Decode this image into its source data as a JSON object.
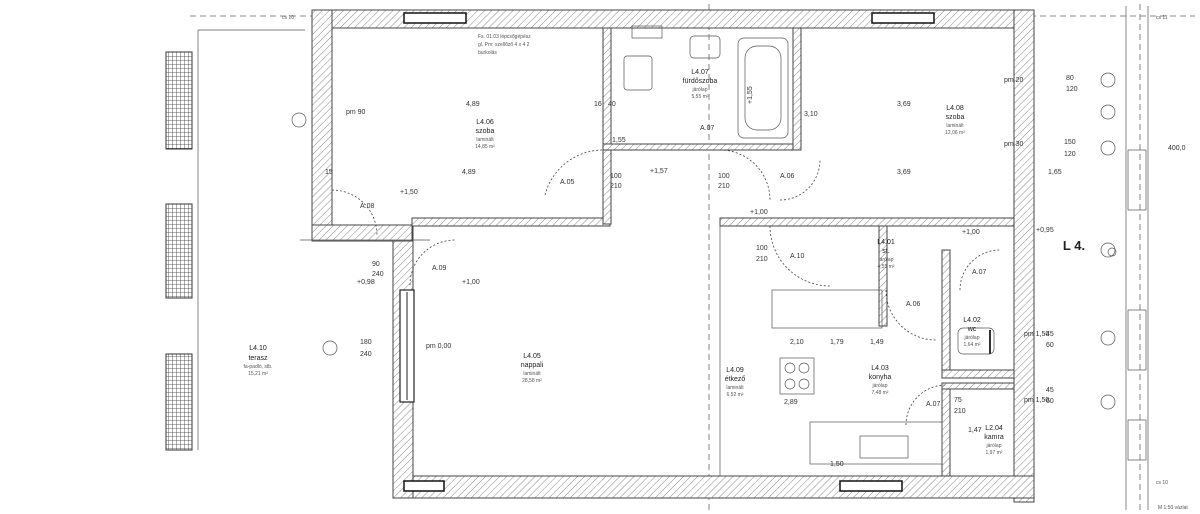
{
  "title": "L 4.",
  "rooms": [
    {
      "code": "L4.10",
      "name": "terasz",
      "note": "fa-padló, stb.",
      "area": "15,21 m²"
    },
    {
      "code": "L4.06",
      "name": "szoba",
      "note": "laminált",
      "area": "14,85 m²"
    },
    {
      "code": "L4.07",
      "name": "fürdőszoba",
      "note": "járólap",
      "area": "5,55 m²"
    },
    {
      "code": "L4.08",
      "name": "szoba",
      "note": "laminált",
      "area": "12,06 m²"
    },
    {
      "code": "L4.01",
      "name": "st.",
      "note": "járólap",
      "area": "4,55 m²"
    },
    {
      "code": "L4.05",
      "name": "nappali",
      "note": "laminált",
      "area": "28,58 m²"
    },
    {
      "code": "L4.09",
      "name": "étkező",
      "note": "laminált",
      "area": "6,52 m²"
    },
    {
      "code": "L4.03",
      "name": "konyha",
      "note": "járólap",
      "area": "7,48 m²"
    },
    {
      "code": "L4.02",
      "name": "wc",
      "note": "járólap",
      "area": "1,64 m²"
    },
    {
      "code": "L2.04",
      "name": "kamra",
      "note": "járólap",
      "area": "1,97 m²"
    }
  ],
  "levels": {
    "lv1": "+1,50",
    "lv2": "+0,98",
    "lv3": "+1,00",
    "lv4": "+0,95",
    "lv5": "+1,00",
    "lv6": "+1,55",
    "lv7": "+1,57",
    "lv8": "+1,00"
  },
  "dims": {
    "d_4_89a": "4,89",
    "d_4_89b": "4,89",
    "d_3_69a": "3,69",
    "d_3_69b": "3,69",
    "d_15": "15",
    "d_16": "16",
    "d_40": "40",
    "d_1_55": "1,55",
    "d_100_210a": "100",
    "d_210a": "210",
    "d_100_210b": "100",
    "d_210b": "210",
    "d_100_210c": "100",
    "d_210c": "210",
    "d_90": "90",
    "d_240": "240",
    "d_180": "180",
    "d_240b": "240",
    "d_75": "75",
    "d_210d": "210",
    "d_80a": "80",
    "d_120a": "120",
    "d_150": "150",
    "d_120b": "120",
    "d_45a": "45",
    "d_60a": "60",
    "d_45b": "45",
    "d_60b": "60",
    "d_2_10": "2,10",
    "d_1_79": "1,79",
    "d_1_49": "1,49",
    "d_2_89": "2,89",
    "d_1_65": "1,65",
    "d_3_10": "3,10",
    "d_1_47": "1,47",
    "d_1_50": "1,50",
    "d_400": "400,0",
    "d_ps": "pm 90",
    "d_ps2": "pm 0,00",
    "d_ps3": "pm 20",
    "d_ps4": "pm 30",
    "d_ps5": "pm 1,50",
    "d_ps6": "pm 1,50"
  },
  "doors": {
    "a08": "A.08",
    "a07": "A.07",
    "a05": "A.05",
    "a06": "A.06",
    "a09": "A.09",
    "a10": "A.10",
    "a07b": "A.07",
    "a07c": "A.07",
    "a06b": "A.06"
  },
  "notes": {
    "note1": "Fs. 01.03 lépcsőgépész",
    "note2": "gl. Pm: szellőző 4 x 4 2",
    "note3": "burkolás",
    "corner1": "cs 10",
    "corner2": "cs 11",
    "corner3": "cs 10",
    "scale": "M 1:50 vázlat"
  }
}
